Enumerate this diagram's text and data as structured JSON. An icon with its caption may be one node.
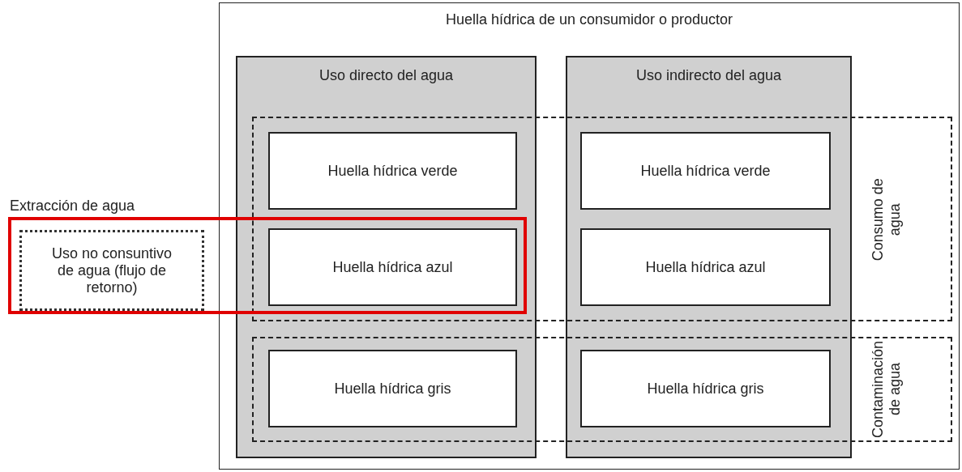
{
  "diagram": {
    "nodes": [
      {
        "text": [
          "Huella hídrica de un consumidor o productor"
        ]
      },
      {
        "text": [
          "Uso directo del agua"
        ],
        "in": 0
      },
      {
        "text": [
          "Huella hídrica verde"
        ]
      },
      {
        "text": [
          "Huella hídrica azul"
        ]
      },
      {
        "text": [
          "Huella hídrica gris"
        ]
      },
      {
        "text": [
          "Uso indirecto del agua"
        ],
        "in": 0
      },
      {
        "text": [
          "Huella hídrica verde"
        ]
      },
      {
        "text": [
          "Huella hídrica azul"
        ]
      },
      {
        "text": [
          "Huella hídrica gris"
        ]
      },
      {
        "text": [
          "Consumo de agua"
        ],
        "in": 0
      },
      {
        "text": [
          "Contaminación de agua"
        ],
        "in": 0
      },
      {
        "text": [
          "Extracción de agua"
        ]
      },
      {
        "text": [
          "Uso no consuntivo de agua (flujo de retorno)"
        ],
        "in": 11
      }
    ],
    "edges": []
  }
}
